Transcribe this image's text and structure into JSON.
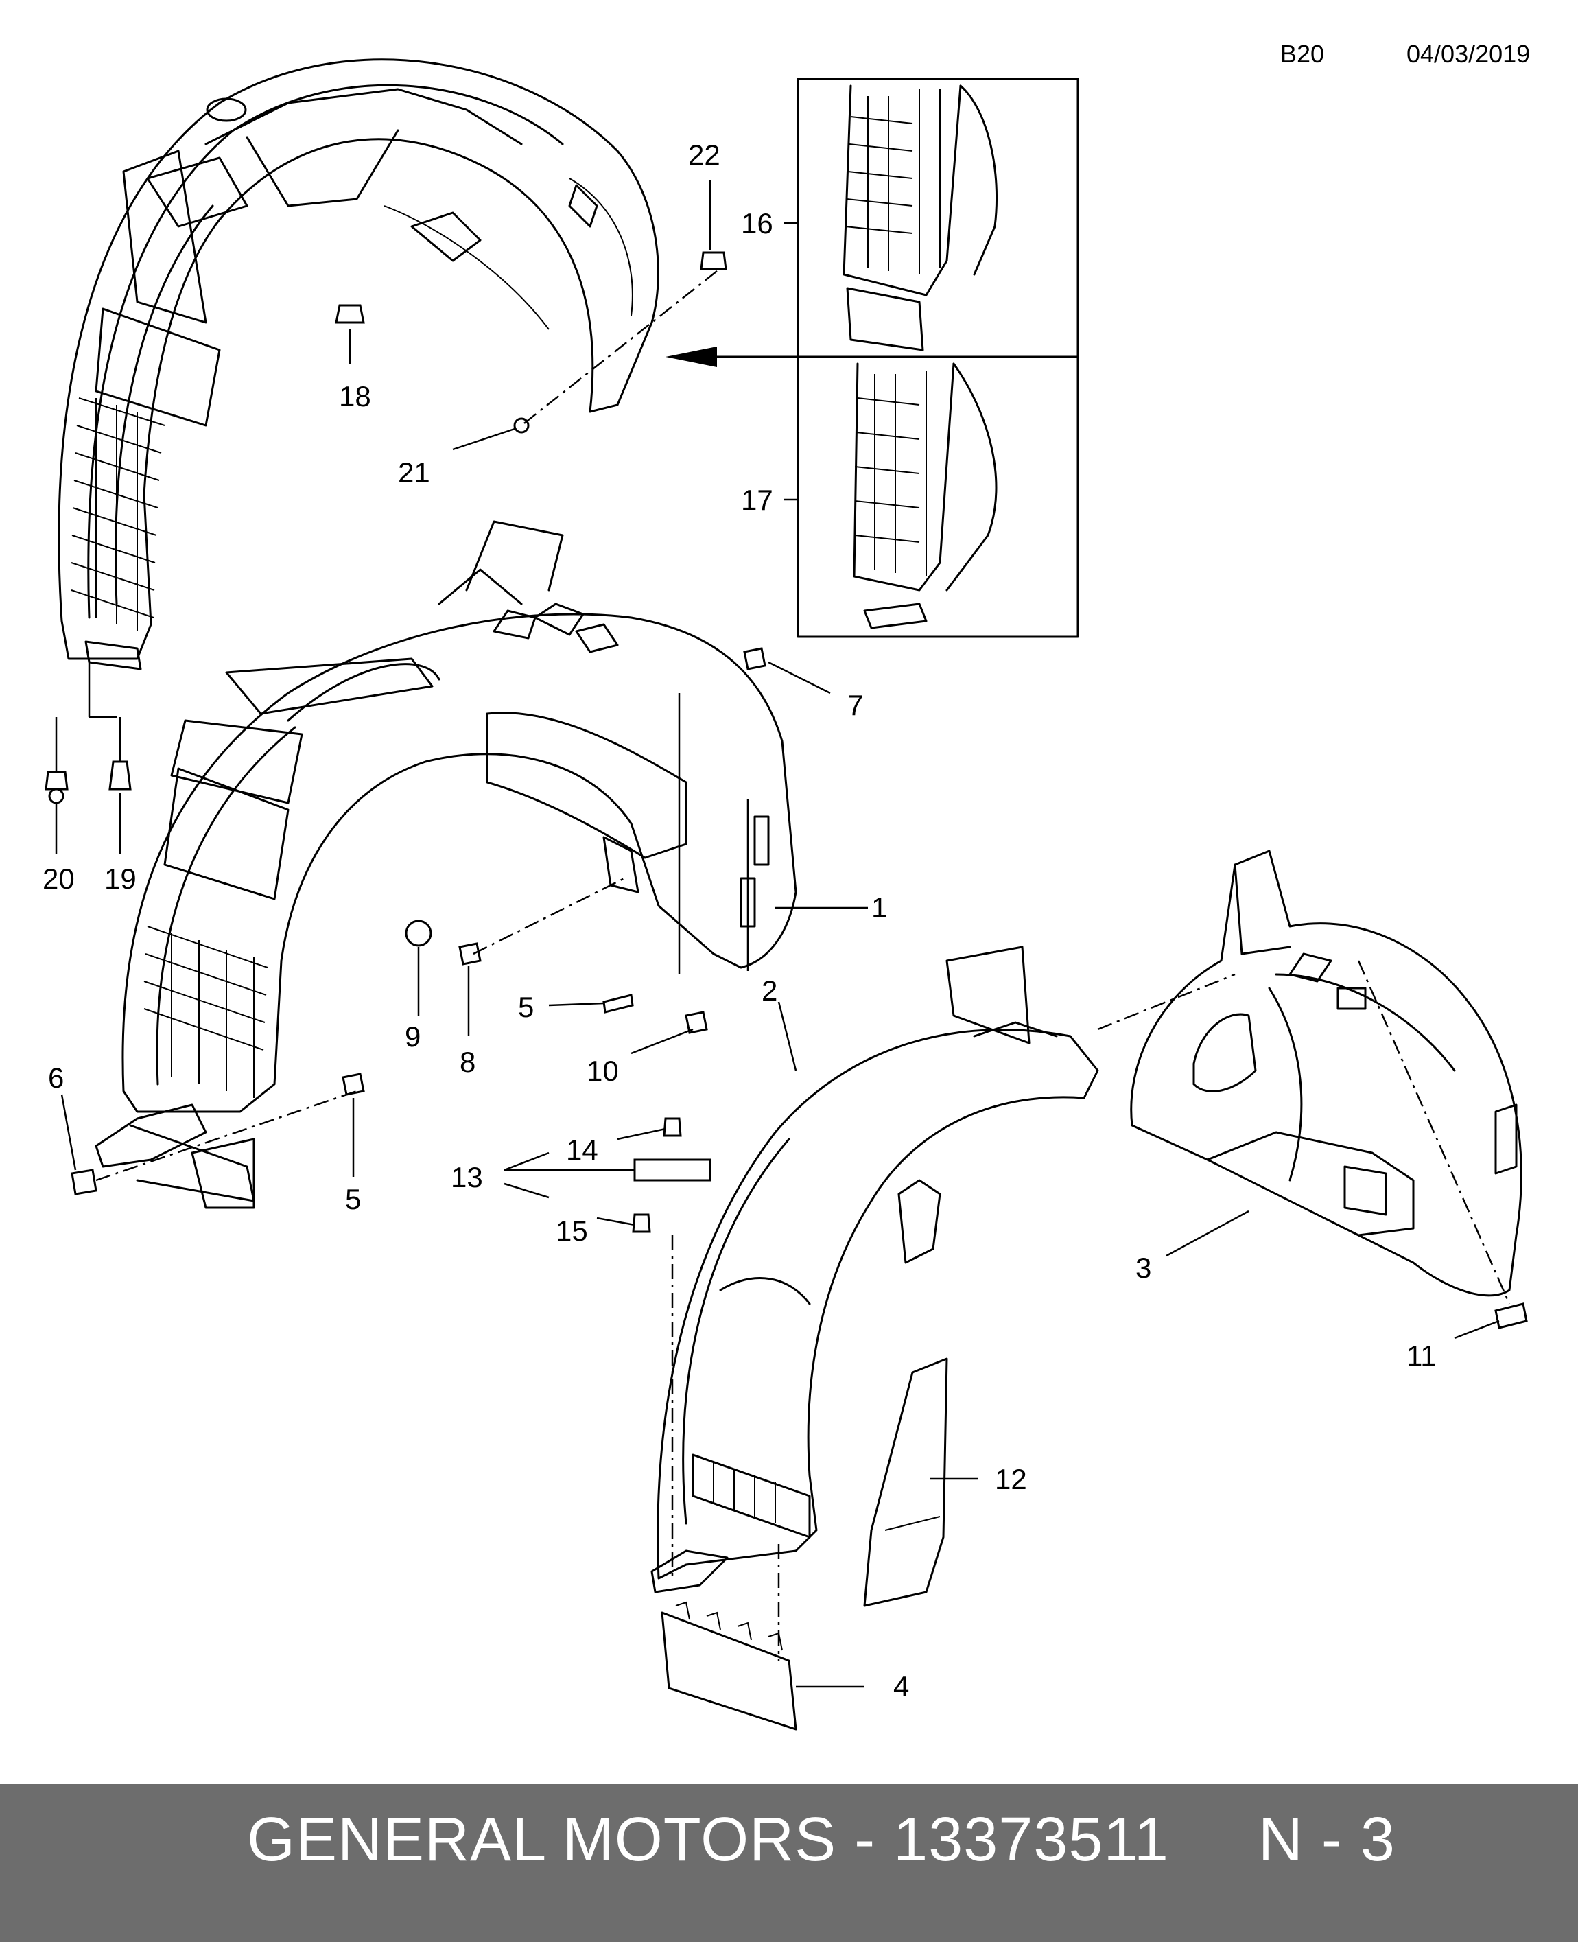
{
  "header": {
    "code": "B20",
    "date": "04/03/2019"
  },
  "footer": {
    "text": "GENERAL MOTORS - 13373511     N - 3"
  },
  "callouts": {
    "c1": "1",
    "c2": "2",
    "c3": "3",
    "c4": "4",
    "c5a": "5",
    "c5b": "5",
    "c6": "6",
    "c7": "7",
    "c8": "8",
    "c9": "9",
    "c10": "10",
    "c11": "11",
    "c12": "12",
    "c13": "13",
    "c14": "14",
    "c15": "15",
    "c16": "16",
    "c17": "17",
    "c18": "18",
    "c19": "19",
    "c20": "20",
    "c21": "21",
    "c22": "22"
  }
}
